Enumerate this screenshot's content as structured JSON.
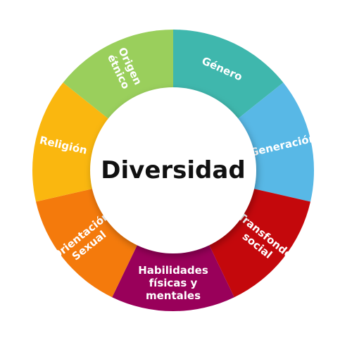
{
  "diagram": {
    "center_label": "Diversidad",
    "segments": [
      {
        "lines": [
          "Género"
        ],
        "color": "#3fb7ad"
      },
      {
        "lines": [
          "Generación"
        ],
        "color": "#58b8e6"
      },
      {
        "lines": [
          "Transfondo",
          "social"
        ],
        "color": "#c4080c"
      },
      {
        "lines": [
          "Habilidades",
          "físicas y",
          "mentales"
        ],
        "color": "#99005a"
      },
      {
        "lines": [
          "Orientación",
          "Sexual"
        ],
        "color": "#f47a0c"
      },
      {
        "lines": [
          "Religión"
        ],
        "color": "#fab70f"
      },
      {
        "lines": [
          "Origen",
          "étnico"
        ],
        "color": "#9acf5c"
      }
    ]
  }
}
